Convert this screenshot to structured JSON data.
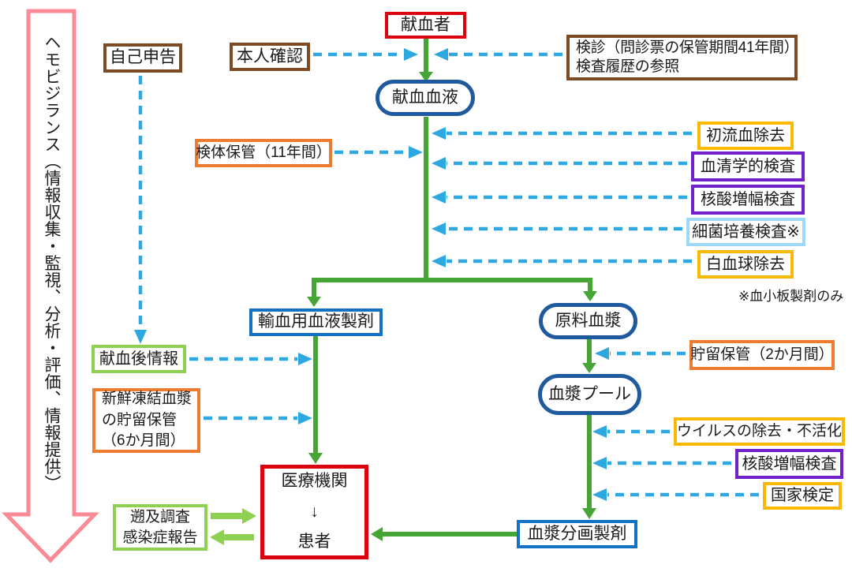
{
  "banner": {
    "label": "ヘモビジランス（情報収集・監視、分析・評価、情報提供）"
  },
  "boxes": {
    "donor": {
      "label": "献血者"
    },
    "self_report": {
      "label": "自己申告"
    },
    "identity_check": {
      "label": "本人確認"
    },
    "screening": {
      "lines": [
        "検診（問診票の保管期間41年間）",
        "検査履歴の参照"
      ]
    },
    "donated_blood": {
      "label": "献血血液"
    },
    "sample_storage": {
      "label": "検体保管（11年間）"
    },
    "first_flow_removal": {
      "label": "初流血除去"
    },
    "serology_test": {
      "label": "血清学的検査"
    },
    "nat_test_upper": {
      "label": "核酸増幅検査"
    },
    "bacteria_culture_test": {
      "label": "細菌培養検査※"
    },
    "leukocyte_removal": {
      "label": "白血球除去"
    },
    "transfusion_products": {
      "label": "輸血用血液製剤"
    },
    "source_plasma": {
      "label": "原料血漿"
    },
    "post_donation_info": {
      "label": "献血後情報"
    },
    "ffp_storage": {
      "lines": [
        "新鮮凍結血漿",
        "の貯留保管",
        "（6か月間）"
      ]
    },
    "pooled_storage": {
      "label": "貯留保管（2か月間）"
    },
    "plasma_pool": {
      "label": "血漿プール"
    },
    "virus_removal": {
      "label": "ウイルスの除去・不活化"
    },
    "nat_test_lower": {
      "label": "核酸増幅検査"
    },
    "national_certification": {
      "label": "国家検定"
    },
    "plasma_derivatives": {
      "label": "血漿分画製剤"
    },
    "medical_institution": {
      "lines": [
        "医療機関",
        "↓",
        "患者"
      ]
    },
    "traceback": {
      "lines": [
        "遡及調査",
        "感染症報告"
      ]
    }
  },
  "note": {
    "label": "※血小板製剤のみ"
  },
  "colors": {
    "flow_green": "#45a535",
    "light_green": "#8ed04f",
    "dashed_blue": "#2da8e0",
    "node_navy": "#1f5a9e",
    "node_blue": "#1171c3",
    "accent_red": "#d9040f",
    "brown": "#7c4a23",
    "orange": "#ec7c30",
    "gold": "#f9b900",
    "purple": "#7222c9",
    "light_blue": "#9fd9f6",
    "pink": "#fa8a95"
  }
}
